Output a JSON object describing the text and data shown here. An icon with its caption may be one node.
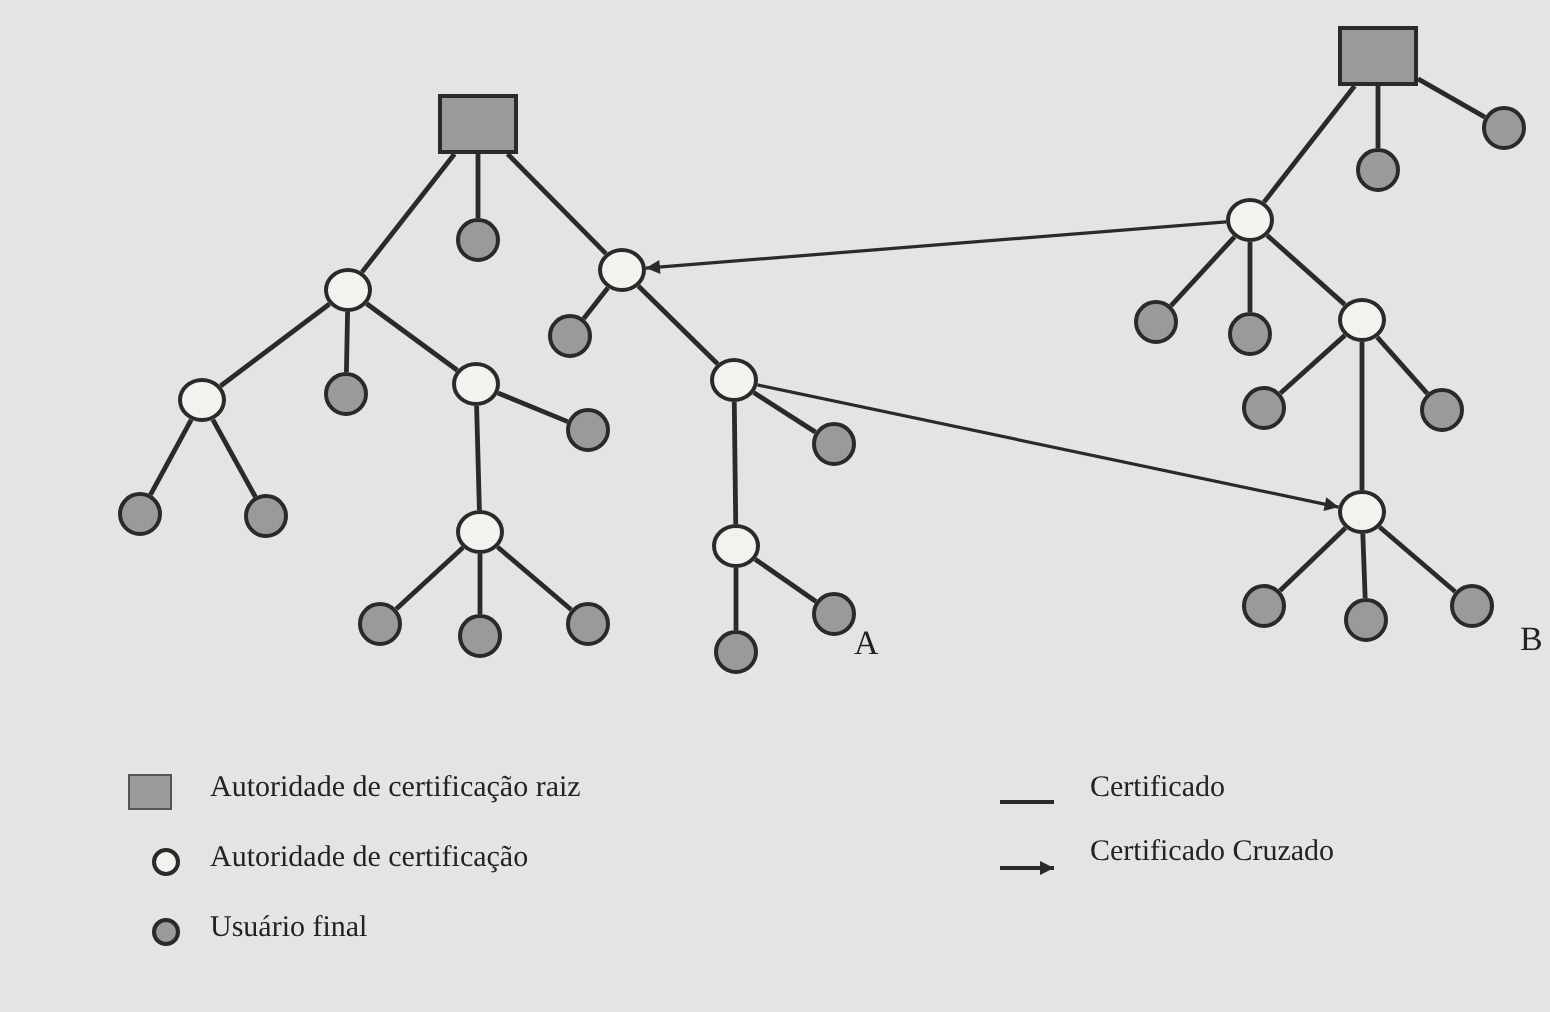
{
  "diagram": {
    "nodes": [
      {
        "text": [],
        "shape": "box"
      },
      {
        "text": [],
        "shape": "dot"
      },
      {
        "text": [],
        "shape": "circle"
      },
      {
        "text": [],
        "shape": "circle"
      },
      {
        "text": [],
        "shape": "dot"
      },
      {
        "text": [],
        "shape": "circle"
      },
      {
        "text": [],
        "shape": "circle"
      },
      {
        "text": [],
        "shape": "dot"
      },
      {
        "text": [],
        "shape": "circle"
      },
      {
        "text": [],
        "shape": "dot"
      },
      {
        "text": [],
        "shape": "dot"
      },
      {
        "text": [],
        "shape": "dot"
      },
      {
        "text": [],
        "shape": "dot"
      },
      {
        "text": [],
        "shape": "circle"
      },
      {
        "text": [],
        "shape": "circle"
      },
      {
        "text": [],
        "shape": "dot"
      },
      {
        "text": [],
        "shape": "dot"
      },
      {
        "text": [],
        "shape": "dot"
      },
      {
        "text": [],
        "shape": "dot"
      },
      {
        "text": [],
        "shape": "dot"
      },
      {
        "text": [],
        "shape": "box"
      },
      {
        "text": [],
        "shape": "dot"
      },
      {
        "text": [],
        "shape": "dot"
      },
      {
        "text": [],
        "shape": "circle"
      },
      {
        "text": [],
        "shape": "circle"
      },
      {
        "text": [],
        "shape": "dot"
      },
      {
        "text": [],
        "shape": "dot"
      },
      {
        "text": [],
        "shape": "dot"
      },
      {
        "text": [],
        "shape": "dot"
      },
      {
        "text": [],
        "shape": "circle"
      },
      {
        "text": [],
        "shape": "dot"
      },
      {
        "text": [],
        "shape": "dot"
      },
      {
        "text": [],
        "shape": "dot"
      }
    ],
    "edges": [
      {
        "from": 0,
        "to": 1,
        "arrow": "none"
      },
      {
        "from": 0,
        "to": 2,
        "arrow": "none"
      },
      {
        "from": 0,
        "to": 3,
        "arrow": "none"
      },
      {
        "from": 2,
        "to": 4,
        "arrow": "none"
      },
      {
        "from": 2,
        "to": 5,
        "arrow": "none"
      },
      {
        "from": 3,
        "to": 6,
        "arrow": "none"
      },
      {
        "from": 3,
        "to": 7,
        "arrow": "none"
      },
      {
        "from": 3,
        "to": 8,
        "arrow": "none"
      },
      {
        "from": 6,
        "to": 11,
        "arrow": "none"
      },
      {
        "from": 6,
        "to": 12,
        "arrow": "none"
      },
      {
        "from": 8,
        "to": 9,
        "arrow": "none"
      },
      {
        "from": 8,
        "to": 13,
        "arrow": "none"
      },
      {
        "from": 13,
        "to": 15,
        "arrow": "none"
      },
      {
        "from": 13,
        "to": 16,
        "arrow": "none"
      },
      {
        "from": 13,
        "to": 17,
        "arrow": "none"
      },
      {
        "from": 5,
        "to": 10,
        "arrow": "none"
      },
      {
        "from": 5,
        "to": 14,
        "arrow": "none"
      },
      {
        "from": 14,
        "to": 18,
        "arrow": "none"
      },
      {
        "from": 14,
        "to": 19,
        "arrow": "none"
      },
      {
        "from": 20,
        "to": 22,
        "arrow": "none"
      },
      {
        "from": 20,
        "to": 21,
        "arrow": "none"
      },
      {
        "from": 20,
        "to": 23,
        "arrow": "none"
      },
      {
        "from": 23,
        "to": 25,
        "arrow": "none"
      },
      {
        "from": 23,
        "to": 26,
        "arrow": "none"
      },
      {
        "from": 23,
        "to": 24,
        "arrow": "none"
      },
      {
        "from": 24,
        "to": 27,
        "arrow": "none"
      },
      {
        "from": 24,
        "to": 28,
        "arrow": "none"
      },
      {
        "from": 24,
        "to": 29,
        "arrow": "none"
      },
      {
        "from": 29,
        "to": 30,
        "arrow": "none"
      },
      {
        "from": 29,
        "to": 31,
        "arrow": "none"
      },
      {
        "from": 29,
        "to": 32,
        "arrow": "none"
      },
      {
        "from": 23,
        "to": 2,
        "arrow": "to"
      },
      {
        "from": 5,
        "to": 29,
        "arrow": "to"
      }
    ],
    "labels": [
      "A",
      "B"
    ],
    "legend": [
      {
        "text": "Autoridade de certificação raiz",
        "color": "#9a9a9a"
      },
      {
        "text": "Autoridade de certificação"
      },
      {
        "text": "Usuário final"
      },
      {
        "text": "Certificado"
      },
      {
        "text": "Certificado Cruzado"
      }
    ]
  }
}
